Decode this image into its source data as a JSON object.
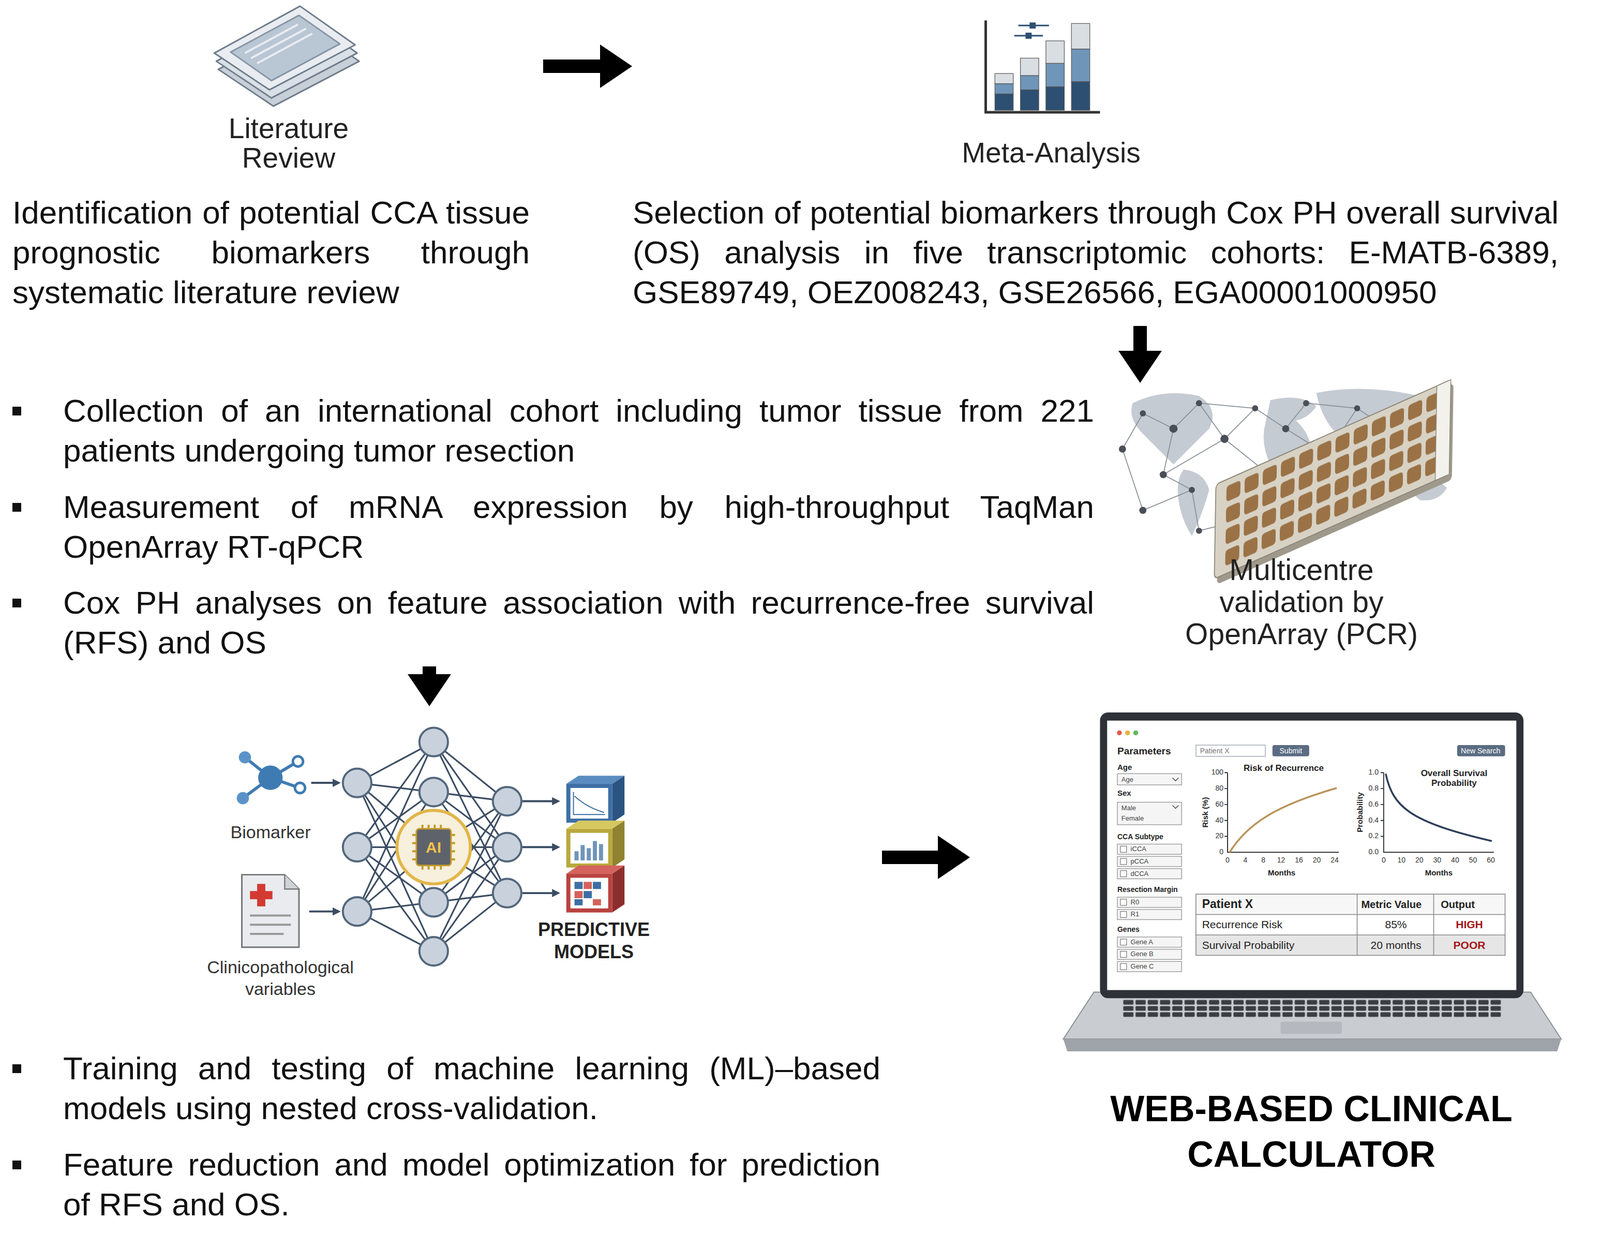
{
  "diagram": {
    "nodes": [
      {
        "text": [
          "Literature Review",
          "Identification of potential CCA tissue prognostic biomarkers through systematic literature review"
        ]
      },
      {
        "text": [
          "Meta-Analysis",
          "Selection of potential biomarkers through Cox PH overall survival (OS) analysis in five transcriptomic cohorts: E-MATB-6389, GSE89749, OEZ008243, GSE26566, EGA00001000950"
        ]
      },
      {
        "text": [
          "Collection of an international cohort including tumor tissue from 221 patients undergoing tumor resection",
          "Measurement of mRNA expression by high-throughput TaqMan OpenArray RT-qPCR",
          "Cox PH analyses on feature association with recurrence-free survival (RFS) and OS",
          "Multicentre validation by OpenArray (PCR)"
        ]
      },
      {
        "text": [
          "Biomarker",
          "Clinicopathological variables",
          "AI",
          "PREDICTIVE MODELS",
          "Training and testing of machine learning (ML)–based models using nested cross-validation.",
          "Feature reduction and model optimization for prediction of RFS and OS."
        ]
      },
      {
        "text": [
          "WEB-BASED CLINICAL CALCULATOR"
        ]
      }
    ],
    "edges": [
      {
        "from": 0,
        "to": 1,
        "arrow": "to"
      },
      {
        "from": 1,
        "to": 2,
        "arrow": "to"
      },
      {
        "from": 2,
        "to": 3,
        "arrow": "to"
      },
      {
        "from": 3,
        "to": 4,
        "arrow": "to"
      }
    ],
    "labels": [
      "Parameters",
      "Patient X",
      "Submit",
      "New Search",
      "Age",
      "Age",
      "Sex",
      "Male",
      "Female",
      "CCA Subtype",
      "iCCA",
      "pCCA",
      "dCCA",
      "Resection Margin",
      "R0",
      "R1",
      "Genes",
      "Gene A",
      "Gene B",
      "Gene C",
      "Risk of Recurrence",
      "Risk (%)",
      "100",
      "80",
      "60",
      "40",
      "20",
      "0",
      "0",
      "4",
      "8",
      "12",
      "16",
      "20",
      "24",
      "Months",
      "Overall Survival Probability",
      "Probability",
      "1.0",
      "0.8",
      "0.6",
      "0.4",
      "0.2",
      "0.0",
      "0",
      "10",
      "20",
      "30",
      "40",
      "50",
      "60",
      "Months",
      "Patient X",
      "Metric Value",
      "Output",
      "Recurrence Risk",
      "85%",
      "HIGH",
      "Survival Probability",
      "20 months",
      "POOR"
    ]
  }
}
